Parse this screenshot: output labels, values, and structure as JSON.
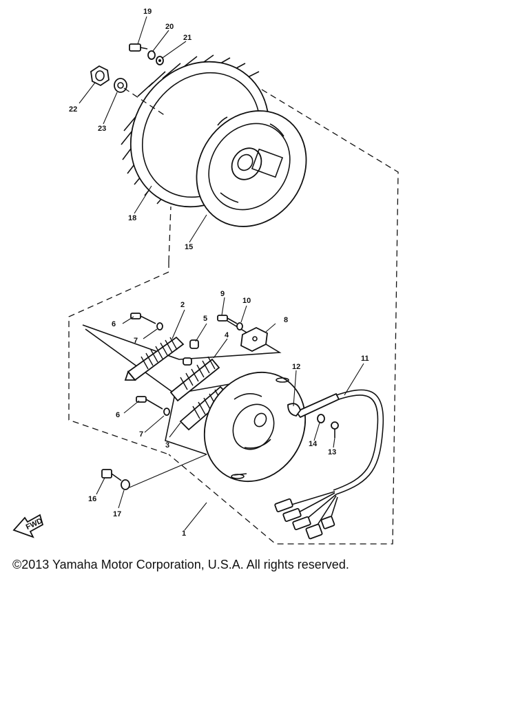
{
  "callouts": [
    "1",
    "2",
    "3",
    "4",
    "5",
    "6",
    "6",
    "7",
    "7",
    "8",
    "9",
    "10",
    "11",
    "12",
    "13",
    "14",
    "15",
    "16",
    "17",
    "18",
    "19",
    "20",
    "21",
    "22",
    "23"
  ],
  "fwd_label": "FWD",
  "copyright": "©2013 Yamaha Motor Corporation, U.S.A. All rights reserved."
}
